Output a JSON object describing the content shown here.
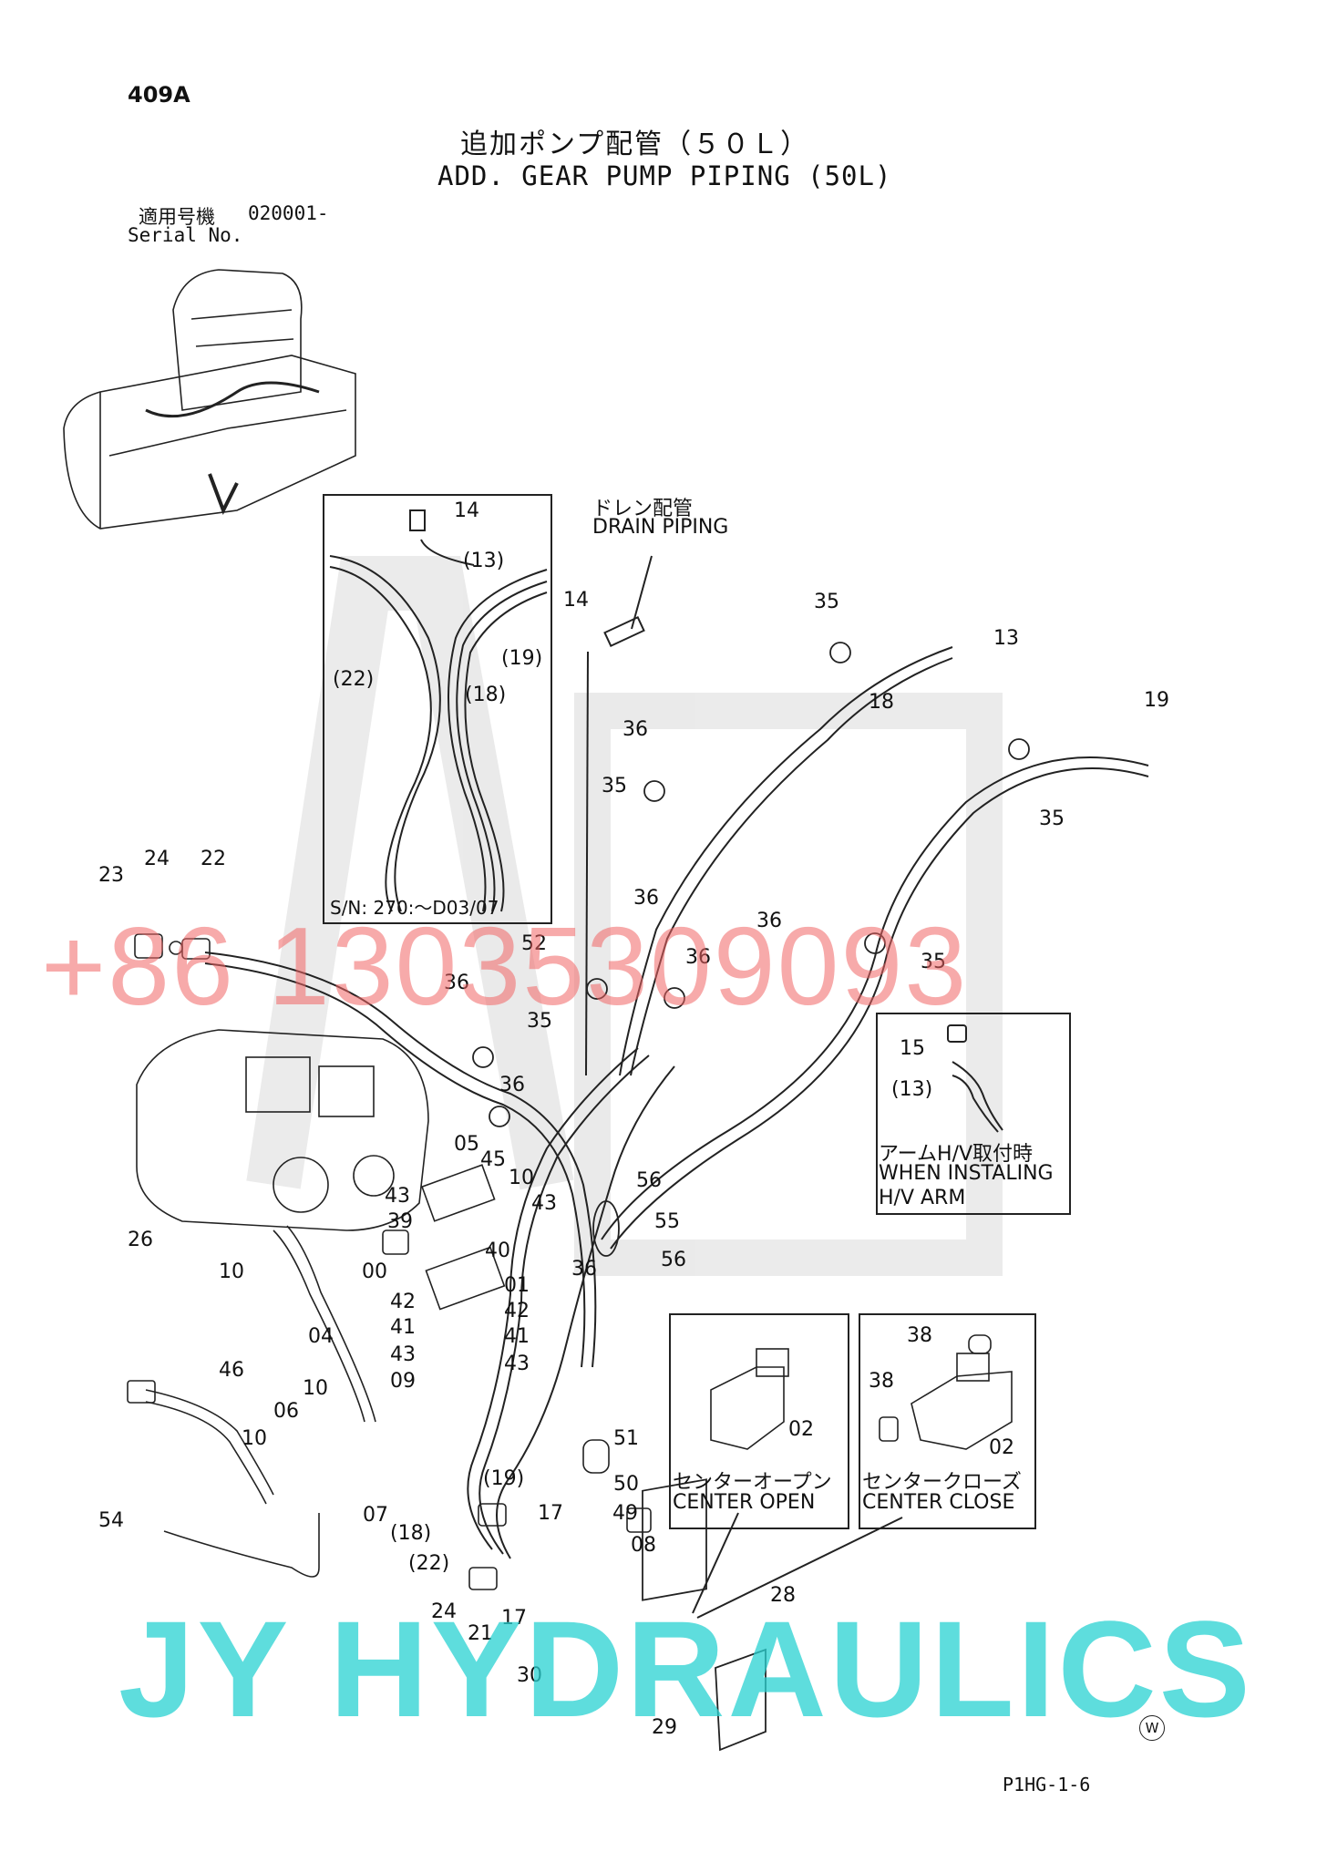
{
  "sheet_id": "409A",
  "title_jp": "追加ポンプ配管（５０Ｌ）",
  "title_en": "ADD. GEAR PUMP PIPING (50L)",
  "serial": {
    "label_jp": "適用号機",
    "value": "020001-",
    "label_en": "Serial No."
  },
  "drain_label": {
    "jp": "ドレン配管",
    "en": "DRAIN PIPING"
  },
  "inset_sn": "S/N: 270:～D03/07",
  "arm_inset": {
    "jp": "アームH/V取付時",
    "en1": "WHEN INSTALING",
    "en2": "H/V ARM"
  },
  "valve_open": {
    "jp": "センターオープン",
    "en": "CENTER OPEN"
  },
  "valve_close": {
    "jp": "センタークローズ",
    "en": "CENTER CLOSE"
  },
  "footer_code": "P1HG-1-6",
  "w_mark": "W",
  "watermark_phone": "+86 13035309093",
  "watermark_brand": "JY HYDRAULICS",
  "callouts": [
    "14",
    "(13)",
    "(22)",
    "(18)",
    "(19)",
    "14",
    "35",
    "13",
    "18",
    "19",
    "36",
    "35",
    "35",
    "36",
    "36",
    "36",
    "35",
    "23",
    "24",
    "22",
    "52",
    "36",
    "35",
    "36",
    "05",
    "45",
    "10",
    "43",
    "43",
    "39",
    "40",
    "56",
    "55",
    "56",
    "00",
    "01",
    "42",
    "42",
    "41",
    "41",
    "43",
    "43",
    "09",
    "36",
    "10",
    "04",
    "46",
    "10",
    "06",
    "10",
    "26",
    "15",
    "(13)",
    "38",
    "38",
    "02",
    "02",
    "51",
    "50",
    "49",
    "(19)",
    "17",
    "08",
    "07",
    "(18)",
    "(22)",
    "24",
    "21",
    "17",
    "30",
    "28",
    "29",
    "54"
  ]
}
